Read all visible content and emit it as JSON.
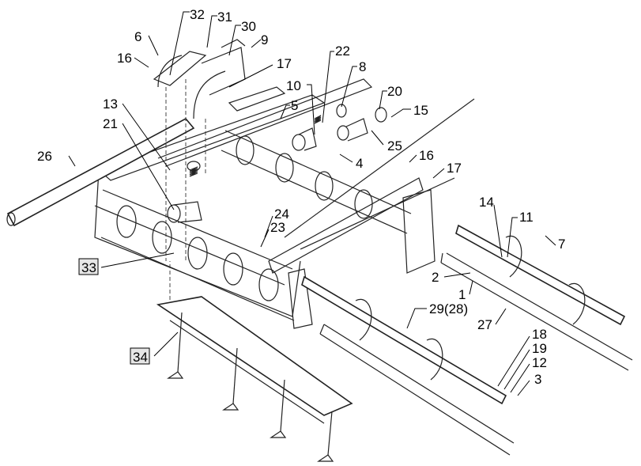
{
  "diagram_title": "",
  "labels": {
    "l32": "32",
    "l31": "31",
    "l30": "30",
    "l9": "9",
    "l6": "6",
    "l16a": "16",
    "l17a": "17",
    "l22": "22",
    "l8": "8",
    "l10": "10",
    "l20": "20",
    "l15": "15",
    "l13": "13",
    "l21": "21",
    "l5": "5",
    "l25": "25",
    "l26": "26",
    "l4": "4",
    "l16b": "16",
    "l17b": "17",
    "l24": "24",
    "l23": "23",
    "l14": "14",
    "l11": "11",
    "l7": "7",
    "l33": "33",
    "l2": "2",
    "l1": "1",
    "l29": "29(28)",
    "l27": "27",
    "l18": "18",
    "l19": "19",
    "l12": "12",
    "l3": "3",
    "l34": "34"
  }
}
